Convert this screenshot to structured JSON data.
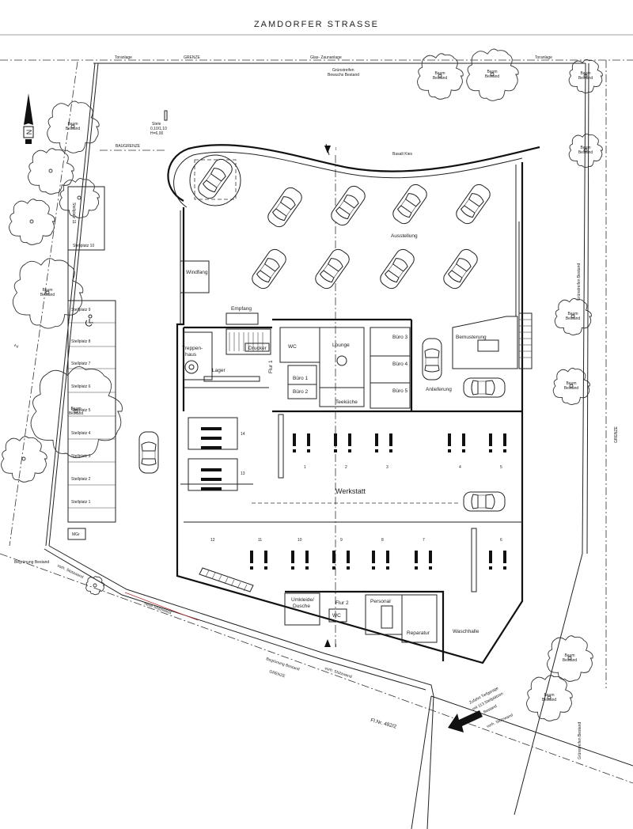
{
  "street": "ZAMDORFER STRASSE",
  "north_mark": "N",
  "labels": {
    "toranlage_left": "Toranlage",
    "toranlage_right": "Toranlage",
    "grenze_top": "GRENZE",
    "zaun": "Glas- Zaunanlage",
    "gruenstreifen": "Grünstreifen",
    "bewuchs": "Bewuchs Bestand",
    "baugrenze": "BAUGRENZE",
    "kies": "Basalt Kies",
    "stele": "Stele",
    "stele_sub": "Stele",
    "stele_dim": "0,10/1,10",
    "stele_h": "H=6,00",
    "gruenstreifen_bestand": "Grünstreifen Bestand",
    "grenze_right": "GRENZE",
    "begruenung_1": "Begrünung Bestand",
    "begruenung_2": "Begrünung Bestand",
    "stuetzwand_neu": "neue Stützwand",
    "stuetzwand_vorh_1": "vorh. Stützwand",
    "stuetzwand_vorh_2": "vorh. Stützwand",
    "stuetzwand_vorh_3": "vorh. Stützwand",
    "grenze_bottom": "GRENZE",
    "mgr": "MGr",
    "parcel": "Fl.Nr. 482/2",
    "tiefgarage_1": "Zufahrt Tiefgarage",
    "tiefgarage_2": "mit 113 Stellplätzen",
    "tiefgarage_3": "Bestand",
    "section_mark": "I",
    "baum": "Baum",
    "bestand": "Bestand"
  },
  "parking_spaces": [
    "Stellplatz 11",
    "Stellplatz 10",
    "Stellplatz 9",
    "Stellplatz 8",
    "Stellplatz 7",
    "Stellplatz 6",
    "Stellplatz 5",
    "Stellplatz 4",
    "Stellplatz 3",
    "Stellplatz 2",
    "Stellplatz 1"
  ],
  "rooms": {
    "ausstellung": "Ausstellung",
    "windfang": "Windfang",
    "empfang": "Empfang",
    "treppenhaus_1": "Treppen-",
    "treppenhaus_2": "haus",
    "lager": "Lager",
    "drucker": "Drucker",
    "wc": "WC",
    "flur1": "Flur 1",
    "buero1": "Büro 1",
    "buero2": "Büro 2",
    "lounge": "Lounge",
    "teekueche": "Teeküche",
    "buero3": "Büro 3",
    "buero4": "Büro 4",
    "buero5": "Büro 5",
    "bemusterung": "Bemusterung",
    "anlieferung": "Anlieferung",
    "werkstatt": "Werkstatt",
    "umkleide_1": "Umkleide/",
    "umkleide_2": "Dusche",
    "flur2": "Flur 2",
    "wc2": "WC",
    "personal": "Personal",
    "reparatur": "Reparatur",
    "waschhalle": "Waschhalle"
  },
  "bays_top": [
    "1",
    "2",
    "3",
    "4",
    "5"
  ],
  "bays_bottom": [
    "12",
    "11",
    "10",
    "9",
    "8",
    "7",
    "6"
  ],
  "bays_left": [
    "14",
    "13"
  ]
}
